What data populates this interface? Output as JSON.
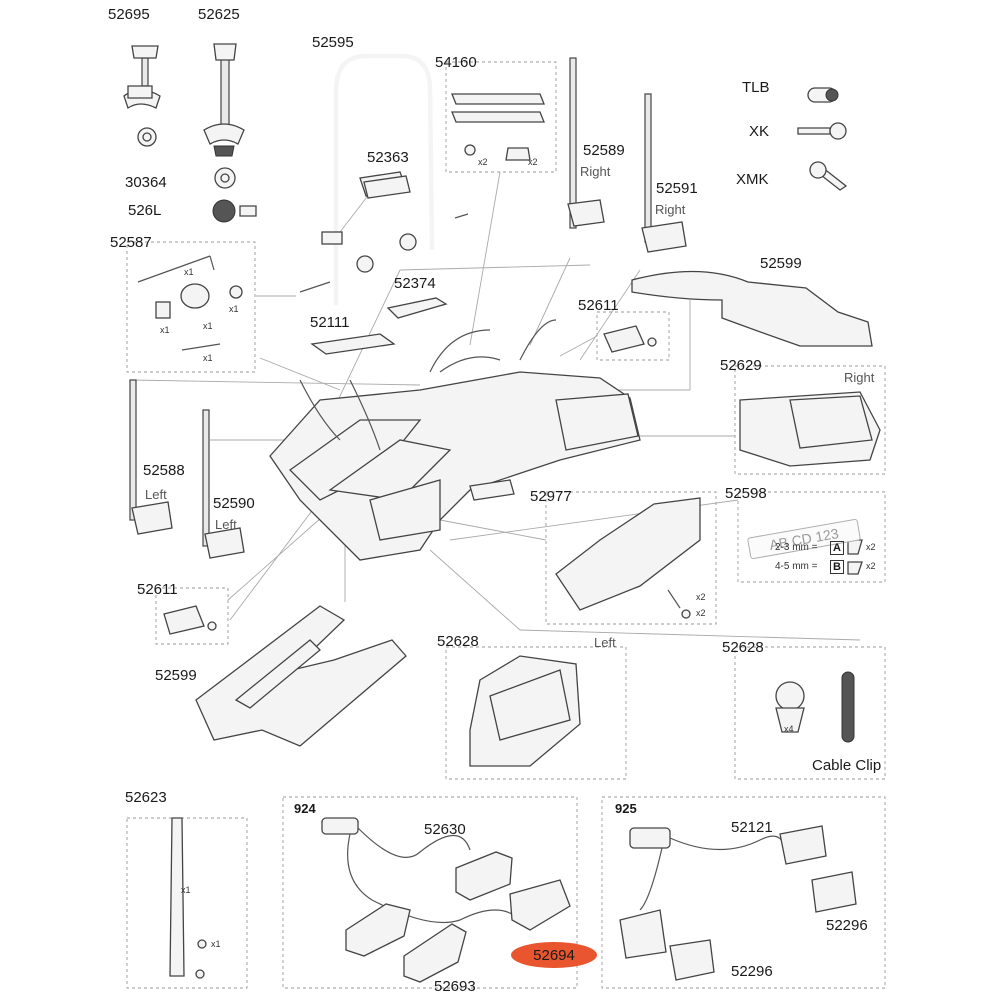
{
  "labels": {
    "p52695": "52695",
    "p52625": "52625",
    "p52595": "52595",
    "p54160": "54160",
    "pTLB": "TLB",
    "pXK": "XK",
    "pXMK": "XMK",
    "p52363": "52363",
    "p52589": "52589",
    "p30364": "30364",
    "p526L": "526L",
    "p52591": "52591",
    "p52587": "52587",
    "p52599a": "52599",
    "p52374": "52374",
    "p52611a": "52611",
    "p52111": "52111",
    "p52629": "52629",
    "p52588": "52588",
    "p52590": "52590",
    "p52977": "52977",
    "p52598": "52598",
    "p52611b": "52611",
    "p52599b": "52599",
    "p52628a": "52628",
    "p52628b": "52628",
    "p52623": "52623",
    "p924": "924",
    "p52630": "52630",
    "p925": "925",
    "p52121": "52121",
    "p52296a": "52296",
    "p52296b": "52296",
    "p52693": "52693",
    "p52694": "52694"
  },
  "sides": {
    "right1": "Right",
    "right2": "Right",
    "right3": "Right",
    "left1": "Left",
    "left2": "Left",
    "left3": "Left"
  },
  "quantities": {
    "x2_a": "x2",
    "x2_b": "x2",
    "x1_a": "x1",
    "x1_b": "x1",
    "x1_c": "x1",
    "x1_d": "x1",
    "x1_e": "x1",
    "x1_f": "x1",
    "x1_g": "x1",
    "x2_c": "x2",
    "x2_d": "x2",
    "x2_e": "x2",
    "x2_f": "x2",
    "x4": "x4"
  },
  "plate": {
    "text": "AB CD 123",
    "row1_size": "2-3 mm =",
    "row1_code": "A",
    "row2_size": "4-5 mm =",
    "row2_code": "B"
  },
  "cable_clip": "Cable Clip",
  "highlight": {
    "part": "52694",
    "color": "#e8552e"
  },
  "colors": {
    "line": "#444444",
    "dash": "#999999",
    "fill": "#f4f4f4"
  }
}
